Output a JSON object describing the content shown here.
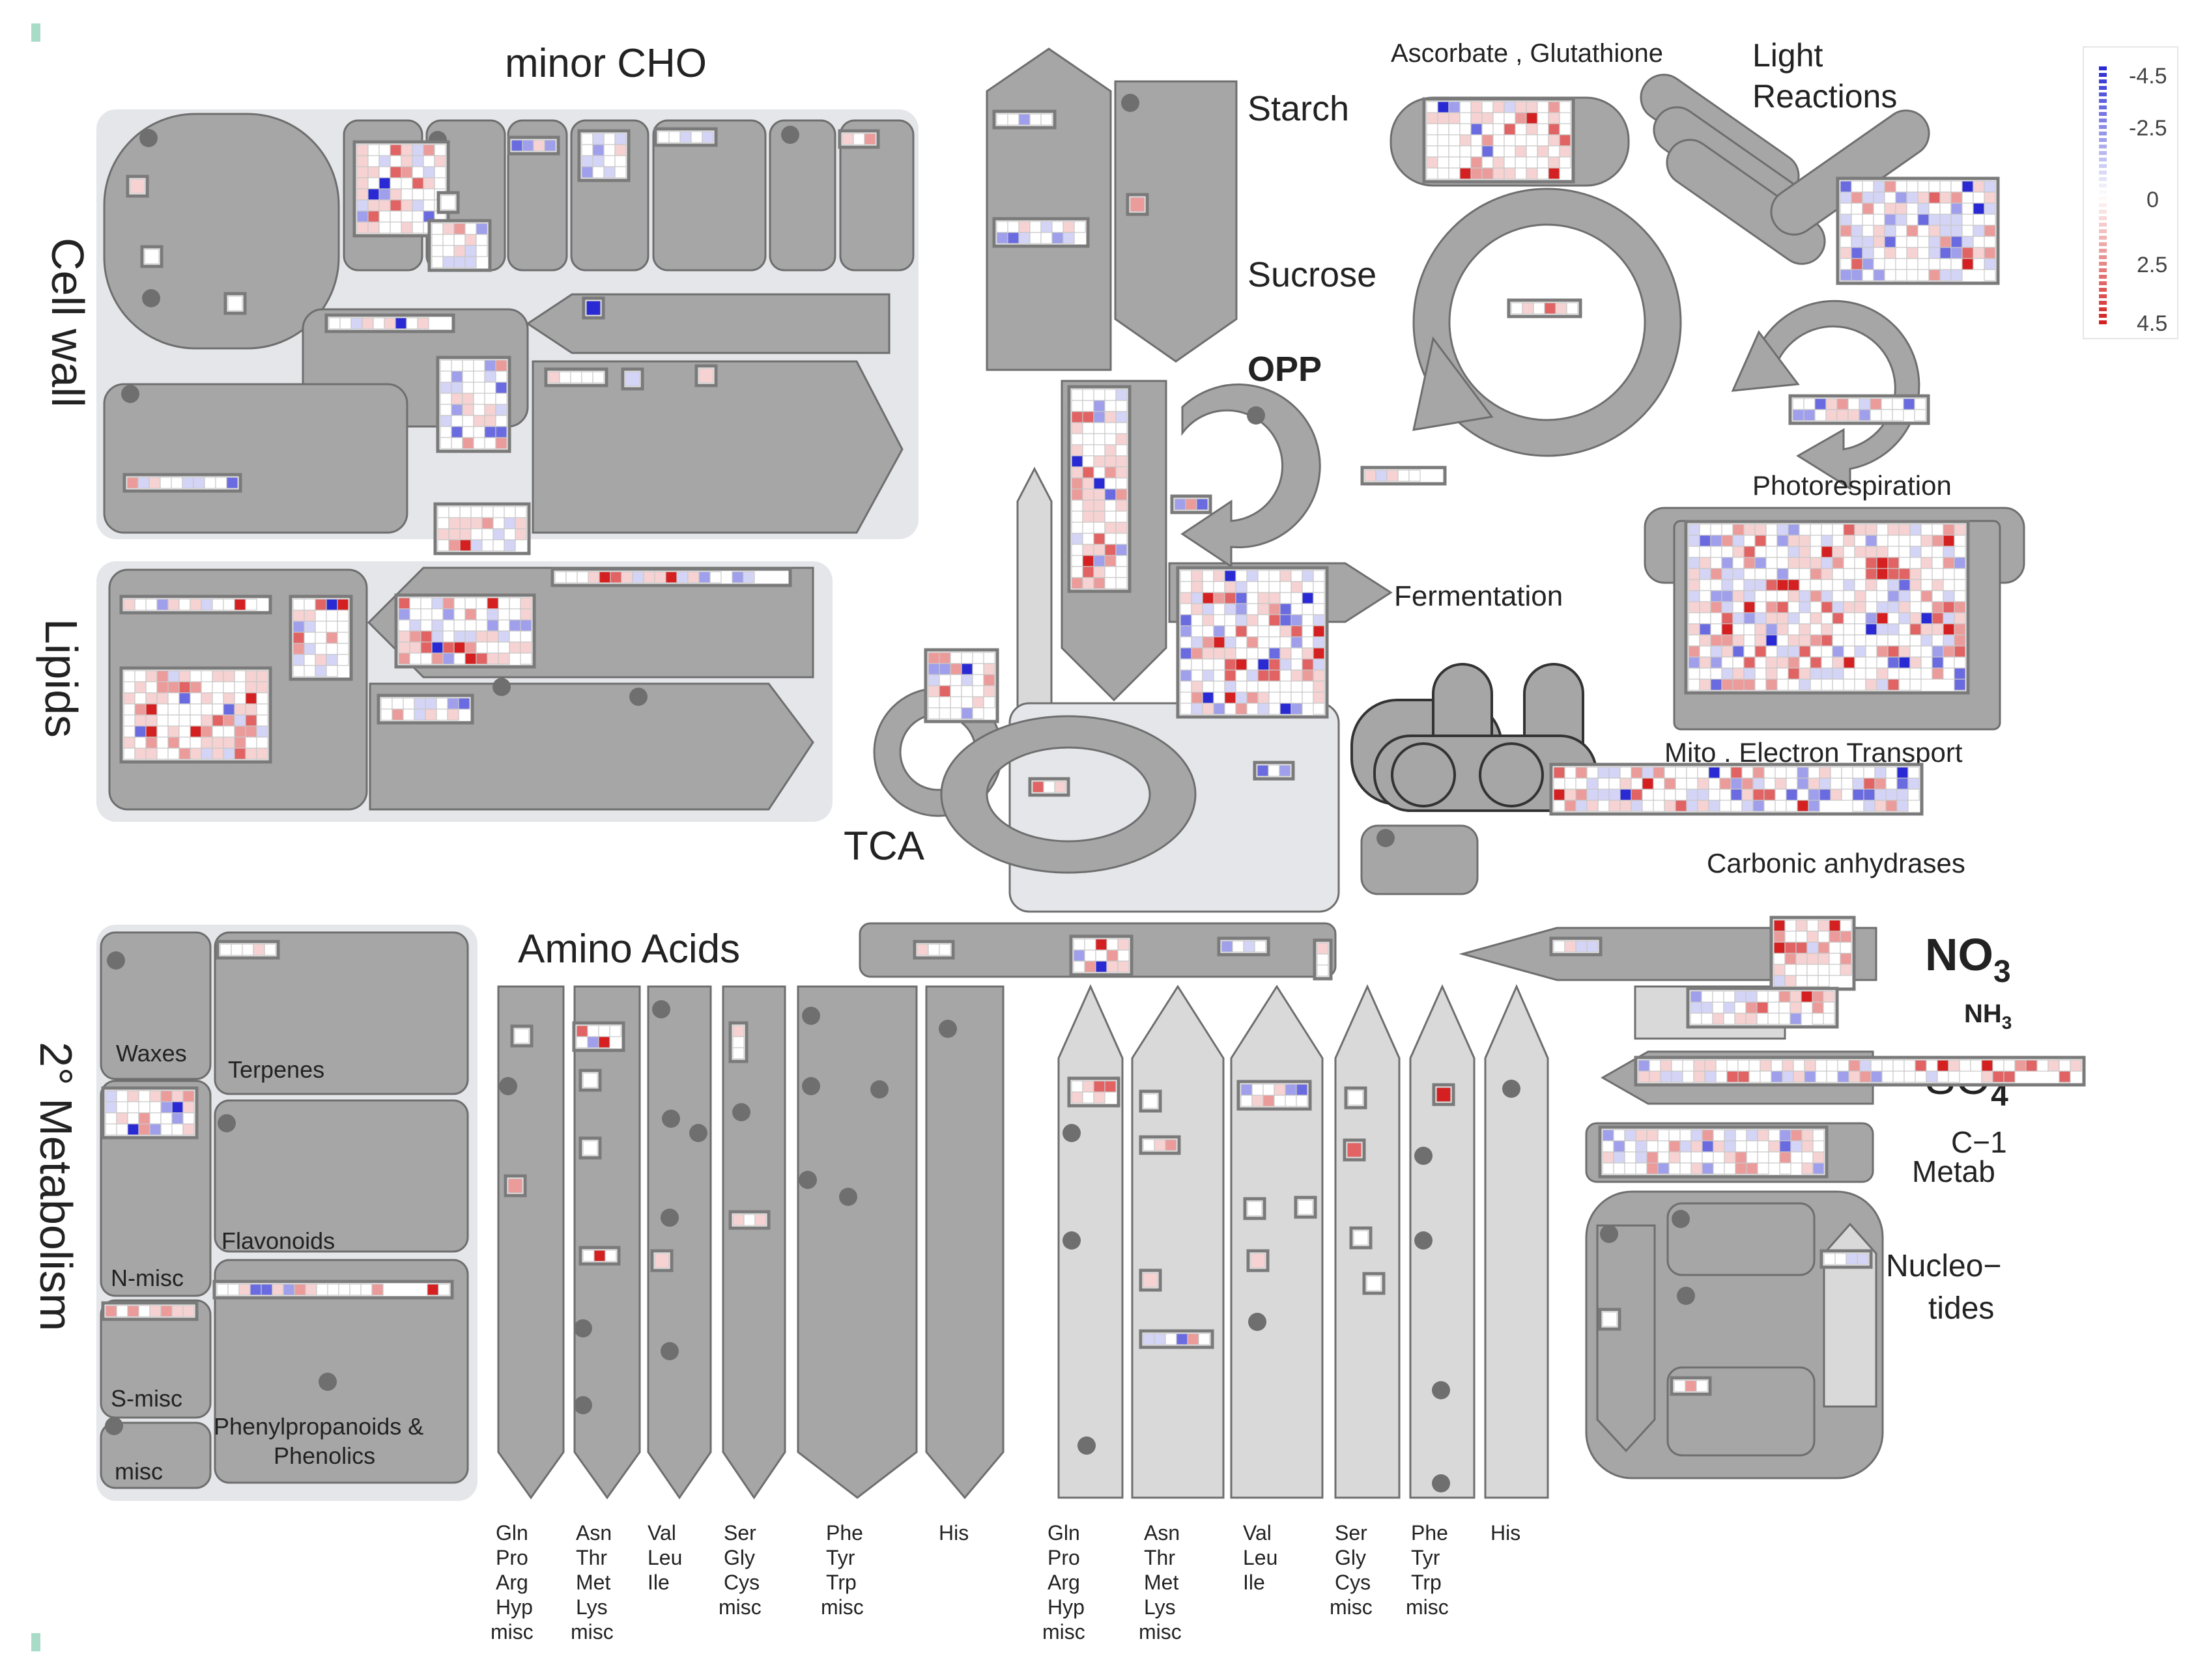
{
  "labels": {
    "minor_cho": "minor  CHO",
    "cell_wall": "Cell wall",
    "lipids": "Lipids",
    "secondary_metabolism": "2° Metabolism",
    "starch": "Starch",
    "sucrose": "Sucrose",
    "opp": "OPP",
    "fermentation": "Fermentation",
    "tca": "TCA",
    "ascorbate_glutathione": "Ascorbate , Glutathione",
    "light_reactions_1": "Light",
    "light_reactions_2": "Reactions",
    "photorespiration": "Photorespiration",
    "mito_electron_transport": "Mito . Electron  Transport",
    "carbonic_anhydrases": "Carbonic  anhydrases",
    "amino_acids": "Amino  Acids",
    "no3": "NO",
    "no3_sub": "3",
    "nh3": "NH",
    "nh3_sub": "3",
    "so4": "SO",
    "so4_sub": "4",
    "c1_metab_1": "C−1",
    "c1_metab_2": "Metab",
    "nucleotides_1": "Nucleo−",
    "nucleotides_2": "tides",
    "waxes": "Waxes",
    "terpenes": "Terpenes",
    "flavonoids": "Flavonoids",
    "n_misc": "N-misc",
    "s_misc": "S-misc",
    "misc": "misc",
    "phenylpropanoids": "Phenylpropanoids  &",
    "phenolics": "Phenolics"
  },
  "amino_acid_columns": [
    [
      "Gln",
      "Pro",
      "Arg",
      "Hyp",
      "misc"
    ],
    [
      "Asn",
      "Thr",
      "Met",
      "Lys",
      "misc"
    ],
    [
      "Val",
      "Leu",
      "Ile"
    ],
    [
      "Ser",
      "Gly",
      "Cys",
      "misc"
    ],
    [
      "Phe",
      "Tyr",
      "Trp",
      "misc"
    ],
    [
      "His"
    ],
    [
      "Gln",
      "Pro",
      "Arg",
      "Hyp",
      "misc"
    ],
    [
      "Asn",
      "Thr",
      "Met",
      "Lys",
      "misc"
    ],
    [
      "Val",
      "Leu",
      "Ile"
    ],
    [
      "Ser",
      "Gly",
      "Cys",
      "misc"
    ],
    [
      "Phe",
      "Tyr",
      "Trp",
      "misc"
    ],
    [
      "His"
    ]
  ],
  "legend": {
    "ticks": [
      "-4.5",
      "-2.5",
      "0",
      "2.5",
      "4.5"
    ],
    "low_color": "#2a2ad4",
    "mid_color": "#ffffff",
    "high_color": "#d42020"
  },
  "colors": {
    "block": "#a6a6a6",
    "block_light": "#d9d9d9",
    "group_bg": "#e4e6e9",
    "outline": "#6e6e6e",
    "cell_border": "#c8c8c8",
    "frame": "#7a7a7a"
  }
}
